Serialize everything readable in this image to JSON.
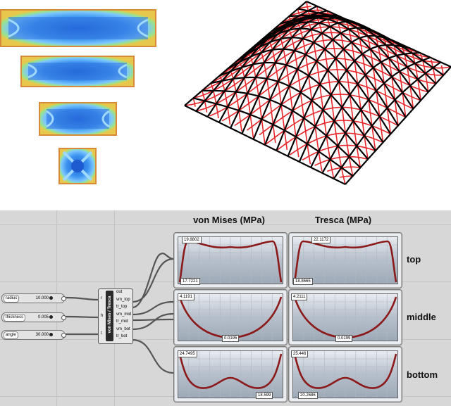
{
  "graph": {
    "columns": [
      {
        "label": "von Mises (MPa)"
      },
      {
        "label": "Tresca (MPa)"
      }
    ],
    "rows": [
      {
        "label": "top"
      },
      {
        "label": "middle"
      },
      {
        "label": "bottom"
      }
    ],
    "panels": [
      {
        "name": "vm-top",
        "max": "19.8802",
        "min": "17.7221"
      },
      {
        "name": "tr-top",
        "max": "22.1172",
        "min": "18.8665"
      },
      {
        "name": "vm-mid",
        "max": "4.1191",
        "min": "0.0195"
      },
      {
        "name": "tr-mid",
        "max": "4.2111",
        "min": "0.0199"
      },
      {
        "name": "vm-bot",
        "max": "24.7495",
        "min": "18.599"
      },
      {
        "name": "tr-bot",
        "max": "25.446",
        "min": "20.2686"
      }
    ]
  },
  "sliders": [
    {
      "name": "radius",
      "value": "10.000"
    },
    {
      "name": "thickness",
      "value": "0.005"
    },
    {
      "name": "angle",
      "value": "30.000"
    }
  ],
  "component": {
    "title": "von Mises / Tresca",
    "inputs": [
      "r",
      "h",
      "t"
    ],
    "outputs": [
      "out",
      "vm_top",
      "tr_top",
      "vm_mid",
      "tr_mid",
      "vm_bot",
      "tr_bot"
    ]
  },
  "colors": {
    "curve": "#8b1a1a",
    "mesh_black": "#000000",
    "mesh_red": "#e8252a",
    "stress_blue": "#2f7fe6",
    "stress_edge": "#7fd87a"
  }
}
